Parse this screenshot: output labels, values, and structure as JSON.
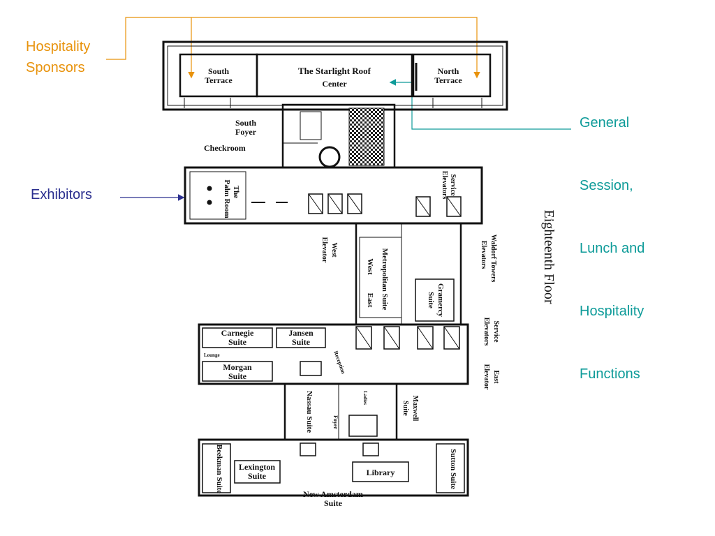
{
  "callouts": {
    "hospitality": "Hospitality\nSponsors",
    "general": "General\nSession,\nLunch and\nHospitality\nFunctions",
    "exhibitors": "Exhibitors"
  },
  "floor_title": "Eighteenth Floor",
  "rooms": {
    "south_terrace": [
      "South",
      "Terrace"
    ],
    "starlight": [
      "The Starlight Roof",
      "Center"
    ],
    "north_terrace": [
      "North",
      "Terrace"
    ],
    "south_foyer": [
      "South",
      "Foyer"
    ],
    "checkroom": "Checkroom",
    "palm_room": [
      "The",
      "Palm Room"
    ],
    "service_elevators_top": [
      "Service",
      "Elevators"
    ],
    "west_elevator": [
      "West",
      "Elevator"
    ],
    "waldorf_towers_elevators": [
      "Waldorf Towers",
      "Elevators"
    ],
    "metropolitan_suite": "Metropolitan Suite",
    "metro_west": "West",
    "metro_east": "East",
    "gramercy_suite": [
      "Gramercy",
      "Suite"
    ],
    "carnegie_suite": [
      "Carnegie",
      "Suite"
    ],
    "jansen_suite": [
      "Jansen",
      "Suite"
    ],
    "lounge": "Lounge",
    "morgan_suite": [
      "Morgan",
      "Suite"
    ],
    "reception": "Reception",
    "service_elevators_mid": [
      "Service",
      "Elevators"
    ],
    "east_elevator": [
      "East",
      "Elevator"
    ],
    "nassau_suite": "Nassau Suite",
    "foyer": "Foyer",
    "maxwell_suite": [
      "Maxwell",
      "Suite"
    ],
    "ladies": "Ladies",
    "beekman_suite": "Beekman Suite",
    "lexington_suite": [
      "Lexington",
      "Suite"
    ],
    "library": "Library",
    "sutton_suite": "Sutton Suite",
    "new_amsterdam_suite": [
      "New Amsterdam",
      "Suite"
    ]
  },
  "colors": {
    "hospitality": "#e8920b",
    "general": "#0e9b99",
    "exhibitors": "#2b2f8f",
    "walls": "#111111"
  }
}
